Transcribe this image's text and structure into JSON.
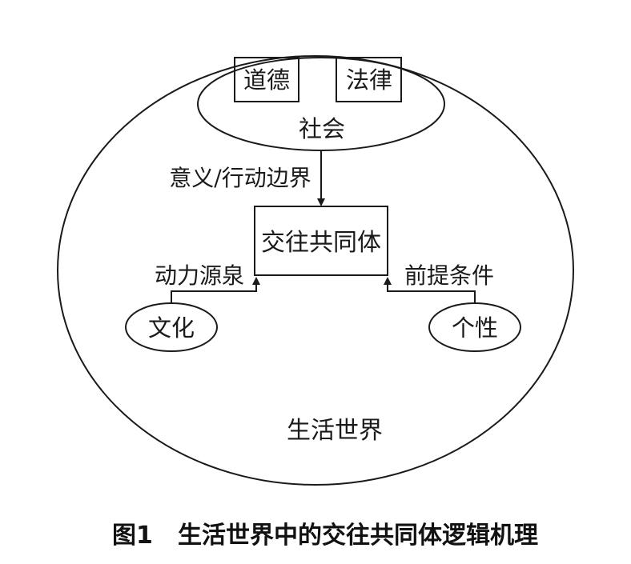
{
  "diagram": {
    "outer_circle_label": "生活世界",
    "society": {
      "label": "社会",
      "items": [
        "道德",
        "法律"
      ]
    },
    "center_box": "交往共同体",
    "edge_top": "意义/行动边界",
    "left_node": "文化",
    "left_edge": "动力源泉",
    "right_node": "个性",
    "right_edge": "前提条件",
    "colors": {
      "line": "#1a1a1a",
      "background": "#ffffff"
    }
  },
  "caption": {
    "figure_number": "图1",
    "title": "生活世界中的交往共同体逻辑机理"
  }
}
